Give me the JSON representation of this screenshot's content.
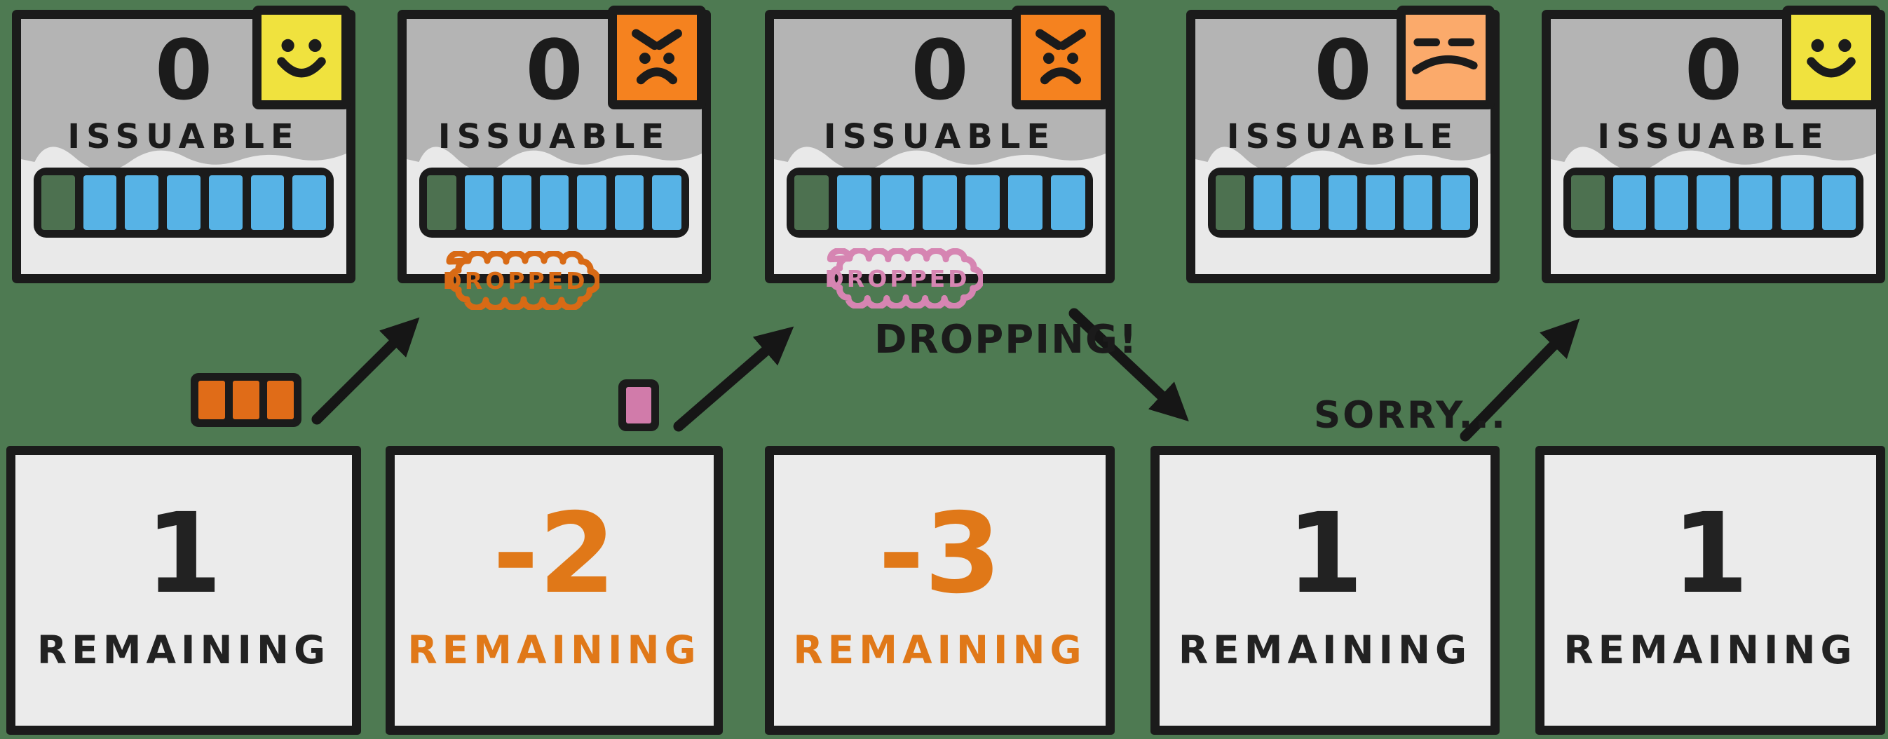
{
  "title": "token issuance drop diagram",
  "colors": {
    "background": "#4e7a52",
    "ink": "#1b1b1b",
    "card_fill": "#e9e9e9",
    "card_header_fill": "#b4b4b4",
    "bar_filled": "#57b3e6",
    "bar_empty": "#4d7150",
    "angry_face": "#f5821f",
    "sad_face": "#fbaa6b",
    "happy_face": "#f0e23e",
    "orange_accent": "#e07818",
    "orange_badge": "#d86a15",
    "pink_badge": "#d685b2",
    "pink_token": "#d17baa",
    "orange_token": "#e06c18"
  },
  "progress_bar": {
    "segments": 7,
    "empty": 1,
    "filled": 6,
    "filled_color": "#57b3e6",
    "empty_color": "#4d7150"
  },
  "panels": [
    {
      "top": {
        "count": "0",
        "label": "ISSUABLE",
        "face": "happy-face-icon",
        "face_color": "#f0e23e"
      },
      "bottom": {
        "count": "1",
        "label": "REMAINING",
        "color": "#222222"
      }
    },
    {
      "top": {
        "count": "0",
        "label": "ISSUABLE",
        "face": "angry-face-icon",
        "face_color": "#f5821f"
      },
      "bottom": {
        "count": "-2",
        "label": "REMAINING",
        "color": "#e07818"
      }
    },
    {
      "top": {
        "count": "0",
        "label": "ISSUABLE",
        "face": "angry-face-icon",
        "face_color": "#f5821f"
      },
      "bottom": {
        "count": "-3",
        "label": "REMAINING",
        "color": "#e07818"
      }
    },
    {
      "top": {
        "count": "0",
        "label": "ISSUABLE",
        "face": "sad-face-icon",
        "face_color": "#fbaa6b"
      },
      "bottom": {
        "count": "1",
        "label": "REMAINING",
        "color": "#222222"
      }
    },
    {
      "top": {
        "count": "0",
        "label": "ISSUABLE",
        "face": "happy-face-icon",
        "face_color": "#f0e23e"
      },
      "bottom": {
        "count": "1",
        "label": "REMAINING",
        "color": "#222222"
      }
    }
  ],
  "annotations": {
    "badges": [
      {
        "text": "DROPPED",
        "color": "#d86a15",
        "attached_to": "panel-2"
      },
      {
        "text": "DROPPED",
        "color": "#d685b2",
        "attached_to": "panel-3"
      }
    ],
    "dropping_label": "DROPPING!",
    "sorry_label": "SORRY...",
    "tokens": [
      {
        "name": "orange-token-group",
        "count": 3,
        "color": "#e06c18"
      },
      {
        "name": "pink-token-group",
        "count": 1,
        "color": "#d17baa"
      }
    ],
    "arrows": [
      {
        "from": "orange-token-group",
        "to": "dropped-badge-1",
        "direction": "up-right"
      },
      {
        "from": "pink-token-group",
        "to": "dropped-badge-2",
        "direction": "up-right"
      },
      {
        "from": "dropping-label",
        "to": "bottom-card-4",
        "direction": "down-right"
      },
      {
        "from": "sorry-label",
        "to": "top-card-5",
        "direction": "up-right"
      }
    ]
  }
}
